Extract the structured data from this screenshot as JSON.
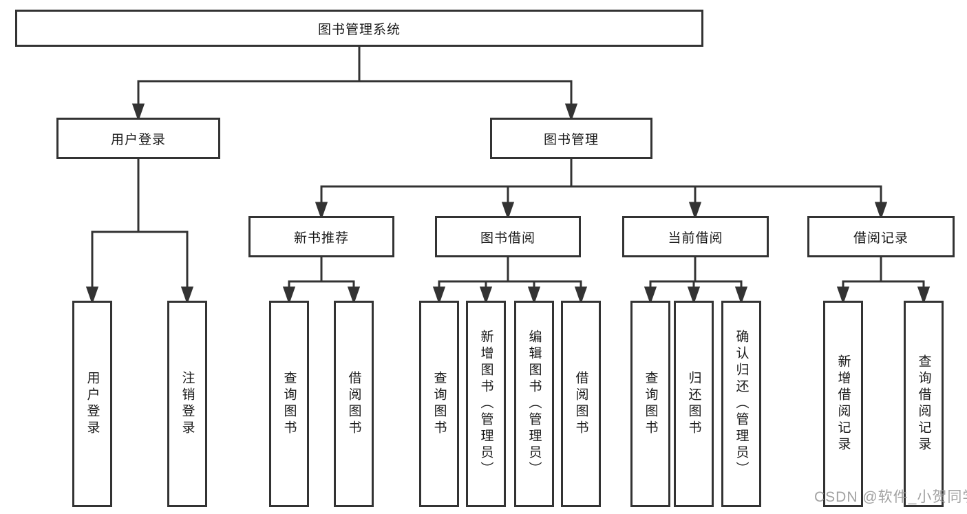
{
  "diagram": {
    "root": {
      "label": "图书管理系统"
    },
    "branches": [
      {
        "label": "用户登录",
        "children": [
          {
            "label": "用户登录"
          },
          {
            "label": "注销登录"
          }
        ]
      },
      {
        "label": "图书管理",
        "children": [
          {
            "label": "新书推荐",
            "children": [
              {
                "label": "查询图书"
              },
              {
                "label": "借阅图书"
              }
            ]
          },
          {
            "label": "图书借阅",
            "children": [
              {
                "label": "查询图书"
              },
              {
                "label": "新增图书（管理员）"
              },
              {
                "label": "编辑图书（管理员）"
              },
              {
                "label": "借阅图书"
              }
            ]
          },
          {
            "label": "当前借阅",
            "children": [
              {
                "label": "查询图书"
              },
              {
                "label": "归还图书"
              },
              {
                "label": "确认归还（管理员）"
              }
            ]
          },
          {
            "label": "借阅记录",
            "children": [
              {
                "label": "新增借阅记录"
              },
              {
                "label": "查询借阅记录"
              }
            ]
          }
        ]
      }
    ],
    "watermark": "CSDN @软件_小贺同学",
    "colors": {
      "line": "#333333",
      "box_border": "#333333",
      "box_fill": "#ffffff",
      "text": "#1a1a1a",
      "watermark": "#989898"
    }
  }
}
